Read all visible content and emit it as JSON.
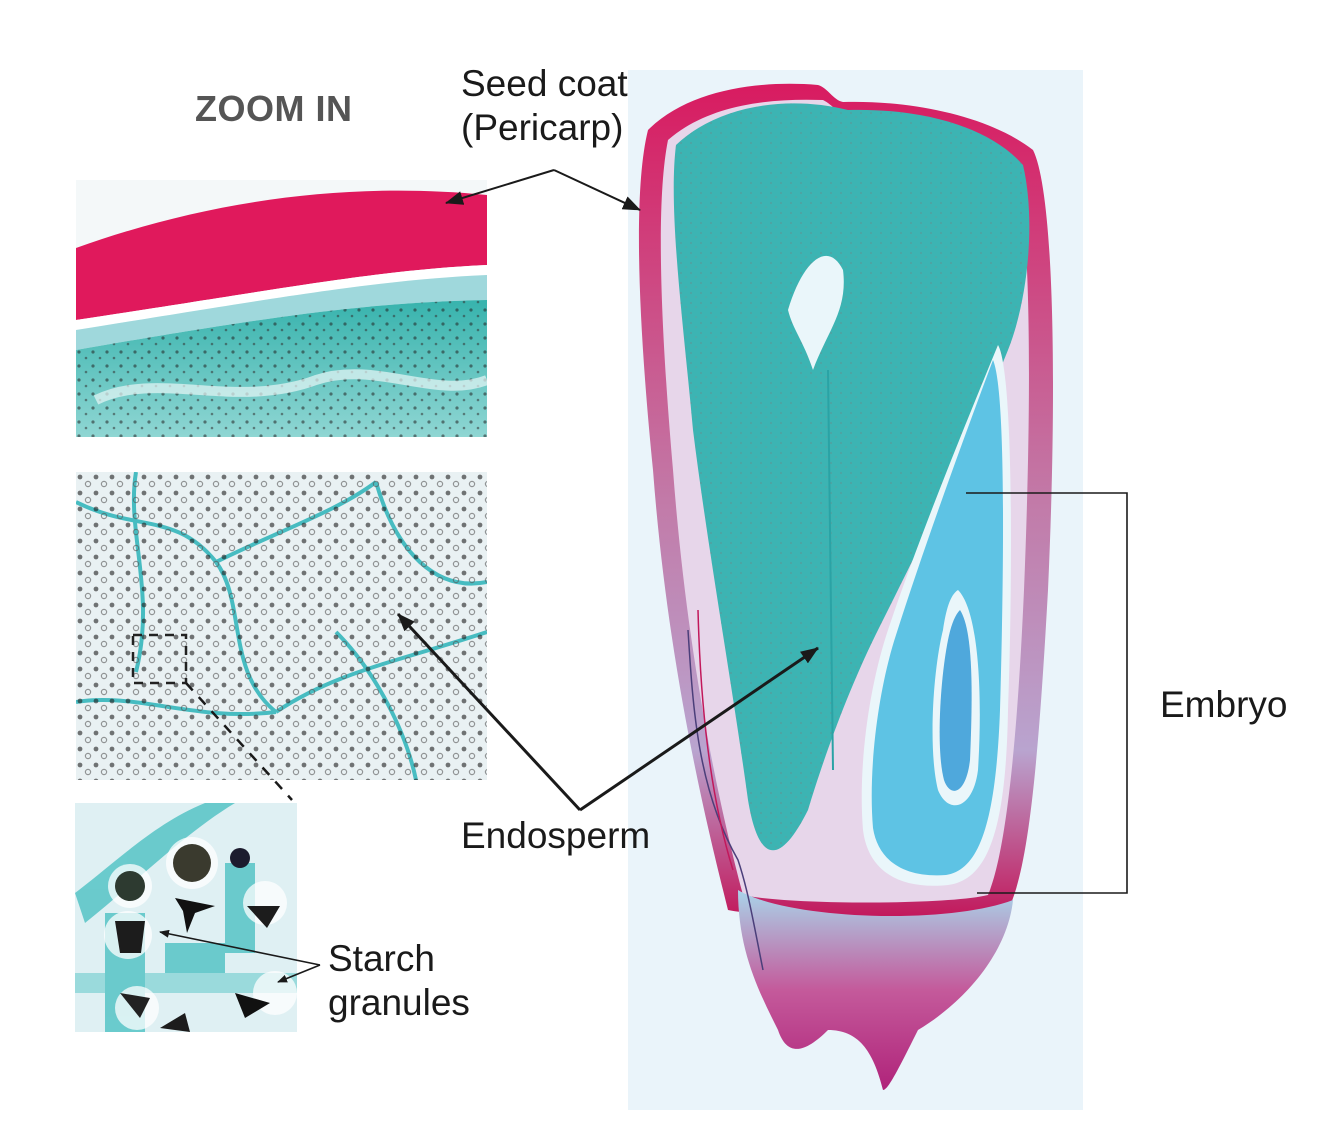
{
  "title": "ZOOM IN",
  "labels": {
    "seed_coat_line1": "Seed coat",
    "seed_coat_line2": "(Pericarp)",
    "embryo": "Embryo",
    "endosperm": "Endosperm",
    "starch_line1": "Starch",
    "starch_line2": "granules"
  },
  "panels": [
    {
      "name": "seed-coat-closeup",
      "description": "Magenta pericarp over aleurone layer and teal endosperm"
    },
    {
      "name": "endosperm-closeup",
      "description": "Teal cell walls with dark starch granules"
    },
    {
      "name": "starch-granules-closeup",
      "description": "High magnification of starch granules in cells"
    }
  ],
  "main_image": {
    "name": "seed-longitudinal-section",
    "description": "Stained longitudinal section of a cereal grain showing pericarp, endosperm and embryo"
  },
  "colors": {
    "pericarp": "#d81b60",
    "endosperm": "#3bb3b8",
    "embryo": "#5cc3e6",
    "background_tint": "#eaf4fa",
    "text": "#1a1a1a",
    "title": "#555555"
  }
}
